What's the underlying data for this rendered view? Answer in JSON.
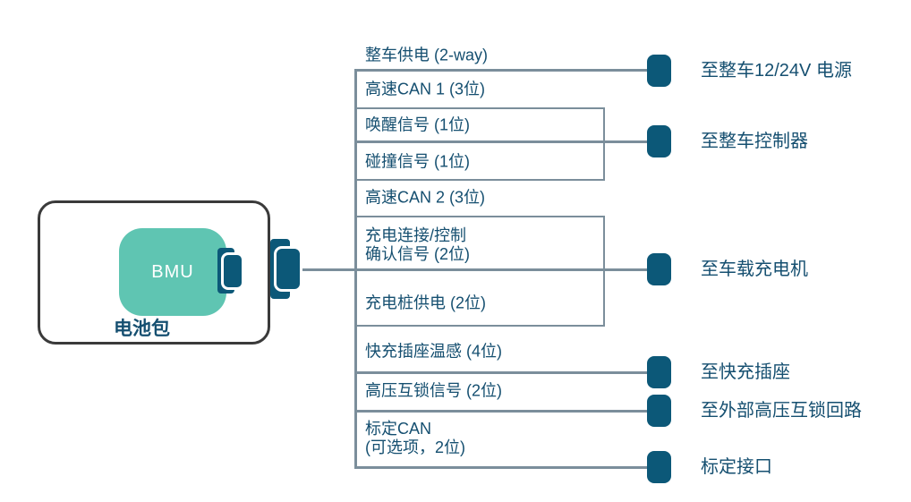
{
  "diagram": {
    "battery_pack": {
      "label": "电池包",
      "bmu_label": "BMU"
    },
    "signals": [
      {
        "label": "整车供电 (2-way)"
      },
      {
        "label": "高速CAN 1 (3位)"
      },
      {
        "label": "唤醒信号 (1位)"
      },
      {
        "label": "碰撞信号 (1位)"
      },
      {
        "label": "高速CAN 2 (3位)"
      },
      {
        "label": "充电连接/控制\n确认信号 (2位)"
      },
      {
        "label": "充电桩供电 (2位)"
      },
      {
        "label": "快充插座温感 (4位)"
      },
      {
        "label": "高压互锁信号 (2位)"
      },
      {
        "label": "标定CAN\n(可选项，2位)"
      }
    ],
    "endpoints": [
      {
        "label": "至整车12/24V 电源"
      },
      {
        "label": "至整车控制器"
      },
      {
        "label": "至车载充电机"
      },
      {
        "label": "至快充插座"
      },
      {
        "label": "至外部高压互锁回路"
      },
      {
        "label": "标定接口"
      }
    ],
    "colors": {
      "connector_fill": "#0C5878",
      "text": "#154F70",
      "bmu_fill": "#5FC5B2",
      "wire": "#7B8E9B",
      "pack_border": "#3A3A3A",
      "background": "#FFFFFF"
    }
  }
}
